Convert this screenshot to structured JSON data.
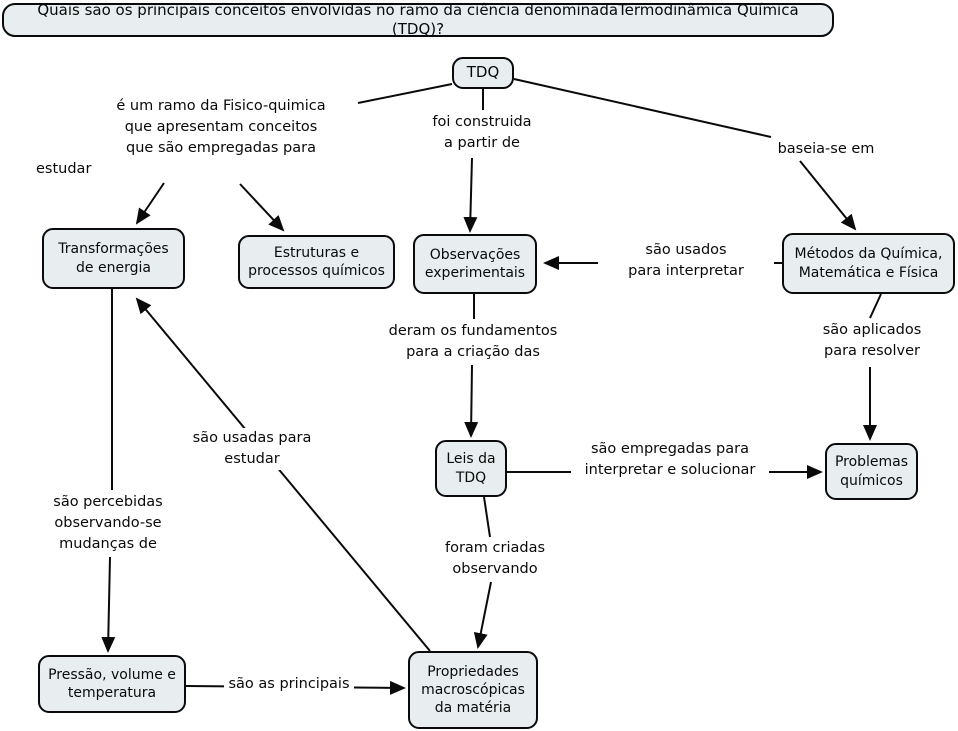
{
  "question": "Quais são os principais conceitos envolvidas no ramo da ciência denominadaTermodinâmica Química (TDQ)?",
  "nodes": {
    "tdq": "TDQ",
    "transformacoes": "Transformações\nde energia",
    "estruturas": "Estruturas e\nprocessos químicos",
    "observacoes": "Observações\nexperimentais",
    "metodos": "Métodos da Química,\nMatemática e Física",
    "leis": "Leis da\nTDQ",
    "problemas": "Problemas\nquímicos",
    "pressao": "Pressão, volume e\ntemperatura",
    "propriedades": "Propriedades\nmacroscópicas\nda matéria"
  },
  "labels": {
    "ramo": "é um ramo da Fisico-quimica\nque apresentam conceitos\nque são empregadas para",
    "estudar": "estudar",
    "foi_construida": "foi construida\na partir de",
    "baseia_se": "baseia-se em",
    "sao_usados": "são usados\npara interpretar",
    "deram": "deram os fundamentos\npara a criação das",
    "sao_aplicados": "são aplicados\npara resolver",
    "sao_empregadas": "são empregadas para\ninterpretar e solucionar",
    "sao_usadas": "são usadas para\nestudar",
    "sao_percebidas": "são percebidas\nobservando-se\nmudanças de",
    "foram_criadas": "foram criadas\nobservando",
    "sao_principais": "são as principais"
  },
  "colors": {
    "node_fill": "#e8eef0",
    "node_border": "#000000",
    "line": "#000000",
    "background": "#ffffff"
  }
}
